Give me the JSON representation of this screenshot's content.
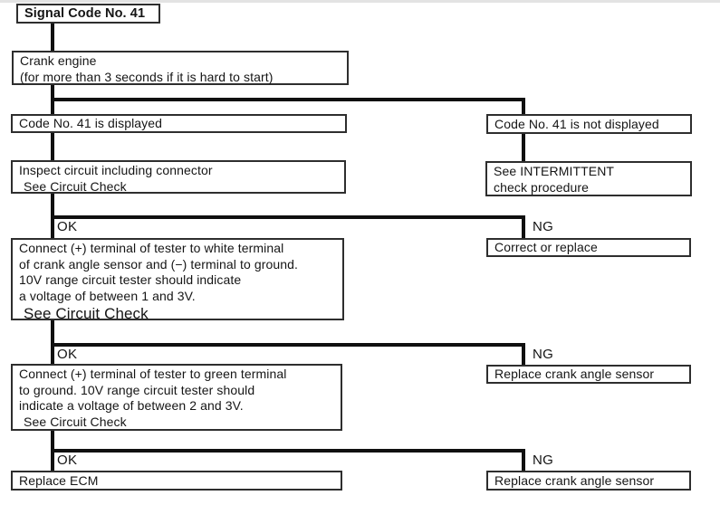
{
  "page": {
    "background": "#ffffff",
    "line_color": "#101010",
    "border_color": "#2e2e2e"
  },
  "labels": {
    "ok": "OK",
    "ng": "NG"
  },
  "nodes": {
    "signal_code": {
      "lines": [
        "Signal Code No. 41"
      ]
    },
    "crank_engine": {
      "lines": [
        "Crank engine",
        "(for more than 3 seconds if it is hard to start)"
      ]
    },
    "code_displayed": {
      "lines": [
        "Code No. 41 is displayed"
      ]
    },
    "inspect_circuit": {
      "lines": [
        "Inspect circuit including connector",
        "See Circuit Check"
      ]
    },
    "test_white_terminal": {
      "lines": [
        "Connect (+) terminal of tester to white terminal",
        "of crank angle sensor and (−) terminal to ground.",
        "10V range circuit tester should indicate",
        "a voltage of between 1 and 3V.",
        "See Circuit Check"
      ]
    },
    "test_green_terminal": {
      "lines": [
        "Connect (+) terminal of tester to green terminal",
        "to ground. 10V range circuit tester should",
        "indicate a voltage of between 2 and 3V.",
        "See Circuit Check"
      ]
    },
    "replace_ecm": {
      "lines": [
        "Replace ECM"
      ]
    },
    "code_not_displayed": {
      "lines": [
        "Code No. 41 is not displayed"
      ]
    },
    "intermittent_check": {
      "lines": [
        "See INTERMITTENT",
        "check procedure"
      ]
    },
    "correct_or_replace": {
      "lines": [
        "Correct or replace"
      ]
    },
    "replace_crank_sensor_mid": {
      "lines": [
        "Replace crank angle sensor"
      ]
    },
    "replace_crank_sensor_bottom": {
      "lines": [
        "Replace crank angle sensor"
      ]
    }
  }
}
